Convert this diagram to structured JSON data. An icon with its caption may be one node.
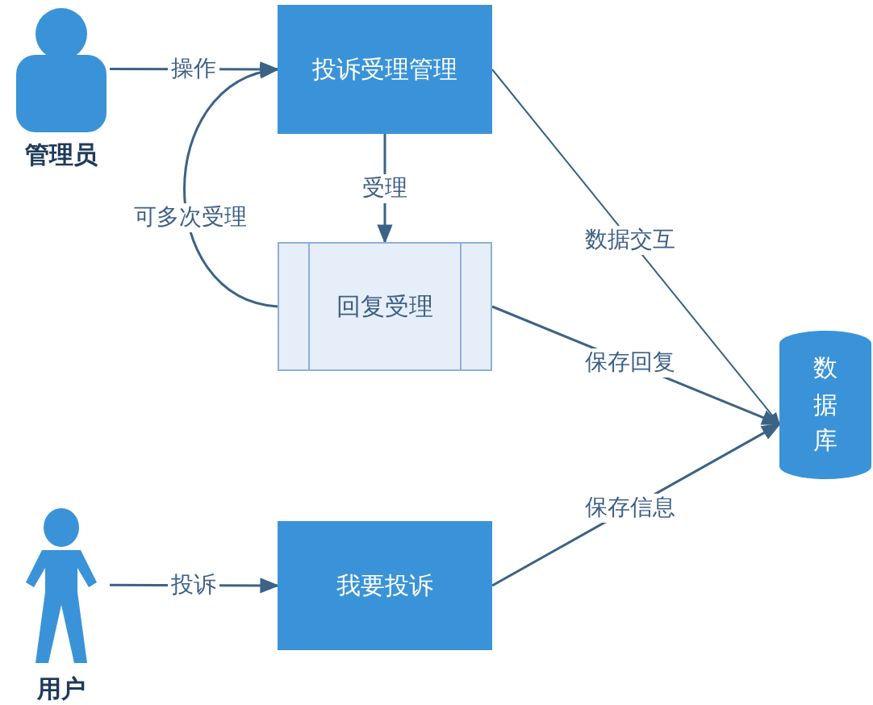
{
  "diagram": {
    "nodes": [
      {
        "text": [
          "管理员"
        ]
      },
      {
        "text": [
          "投诉受理管理"
        ]
      },
      {
        "text": [
          "回复受理"
        ]
      },
      {
        "text": [
          "数据库"
        ]
      },
      {
        "text": [
          "用户"
        ]
      },
      {
        "text": [
          "我要投诉"
        ]
      }
    ],
    "edges": [
      {
        "from": 0,
        "to": 1,
        "arrow": "to",
        "label": "操作"
      },
      {
        "from": 1,
        "to": 2,
        "arrow": "to",
        "label": "受理"
      },
      {
        "from": 2,
        "to": 1,
        "arrow": "to",
        "label": "可多次受理"
      },
      {
        "from": 1,
        "to": 3,
        "arrow": "to",
        "label": "数据交互"
      },
      {
        "from": 2,
        "to": 3,
        "arrow": "to",
        "label": "保存回复"
      },
      {
        "from": 4,
        "to": 5,
        "arrow": "to",
        "label": "投诉"
      },
      {
        "from": 5,
        "to": 3,
        "arrow": "to",
        "label": "保存信息"
      }
    ]
  }
}
